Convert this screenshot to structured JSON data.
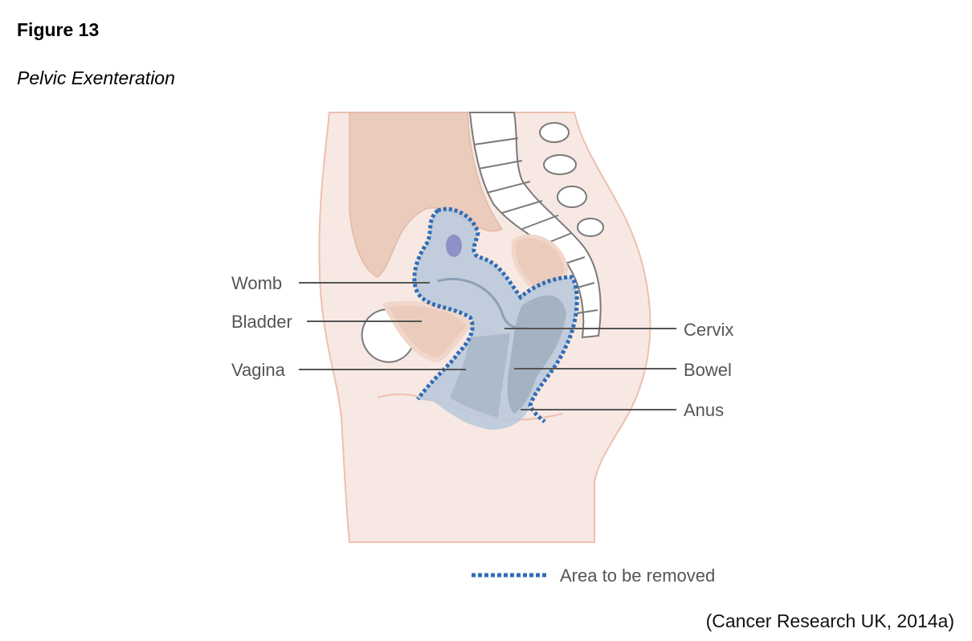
{
  "figure": {
    "number": "Figure 13",
    "title": "Pelvic Exenteration",
    "citation": "(Cancer Research UK, 2014a)"
  },
  "labels": {
    "womb": "Womb",
    "bladder": "Bladder",
    "vagina": "Vagina",
    "cervix": "Cervix",
    "bowel": "Bowel",
    "anus": "Anus"
  },
  "legend": {
    "removal_area": "Area to be removed"
  },
  "colors": {
    "skin": "#f7e8e3",
    "skin_outline": "#eec0ae",
    "organ": "#ebcbbb",
    "removal_fill": "#b7c8da",
    "removal_outline": "#2f6db6",
    "bone": "#ffffff",
    "bone_outline": "#7a7a7a"
  }
}
